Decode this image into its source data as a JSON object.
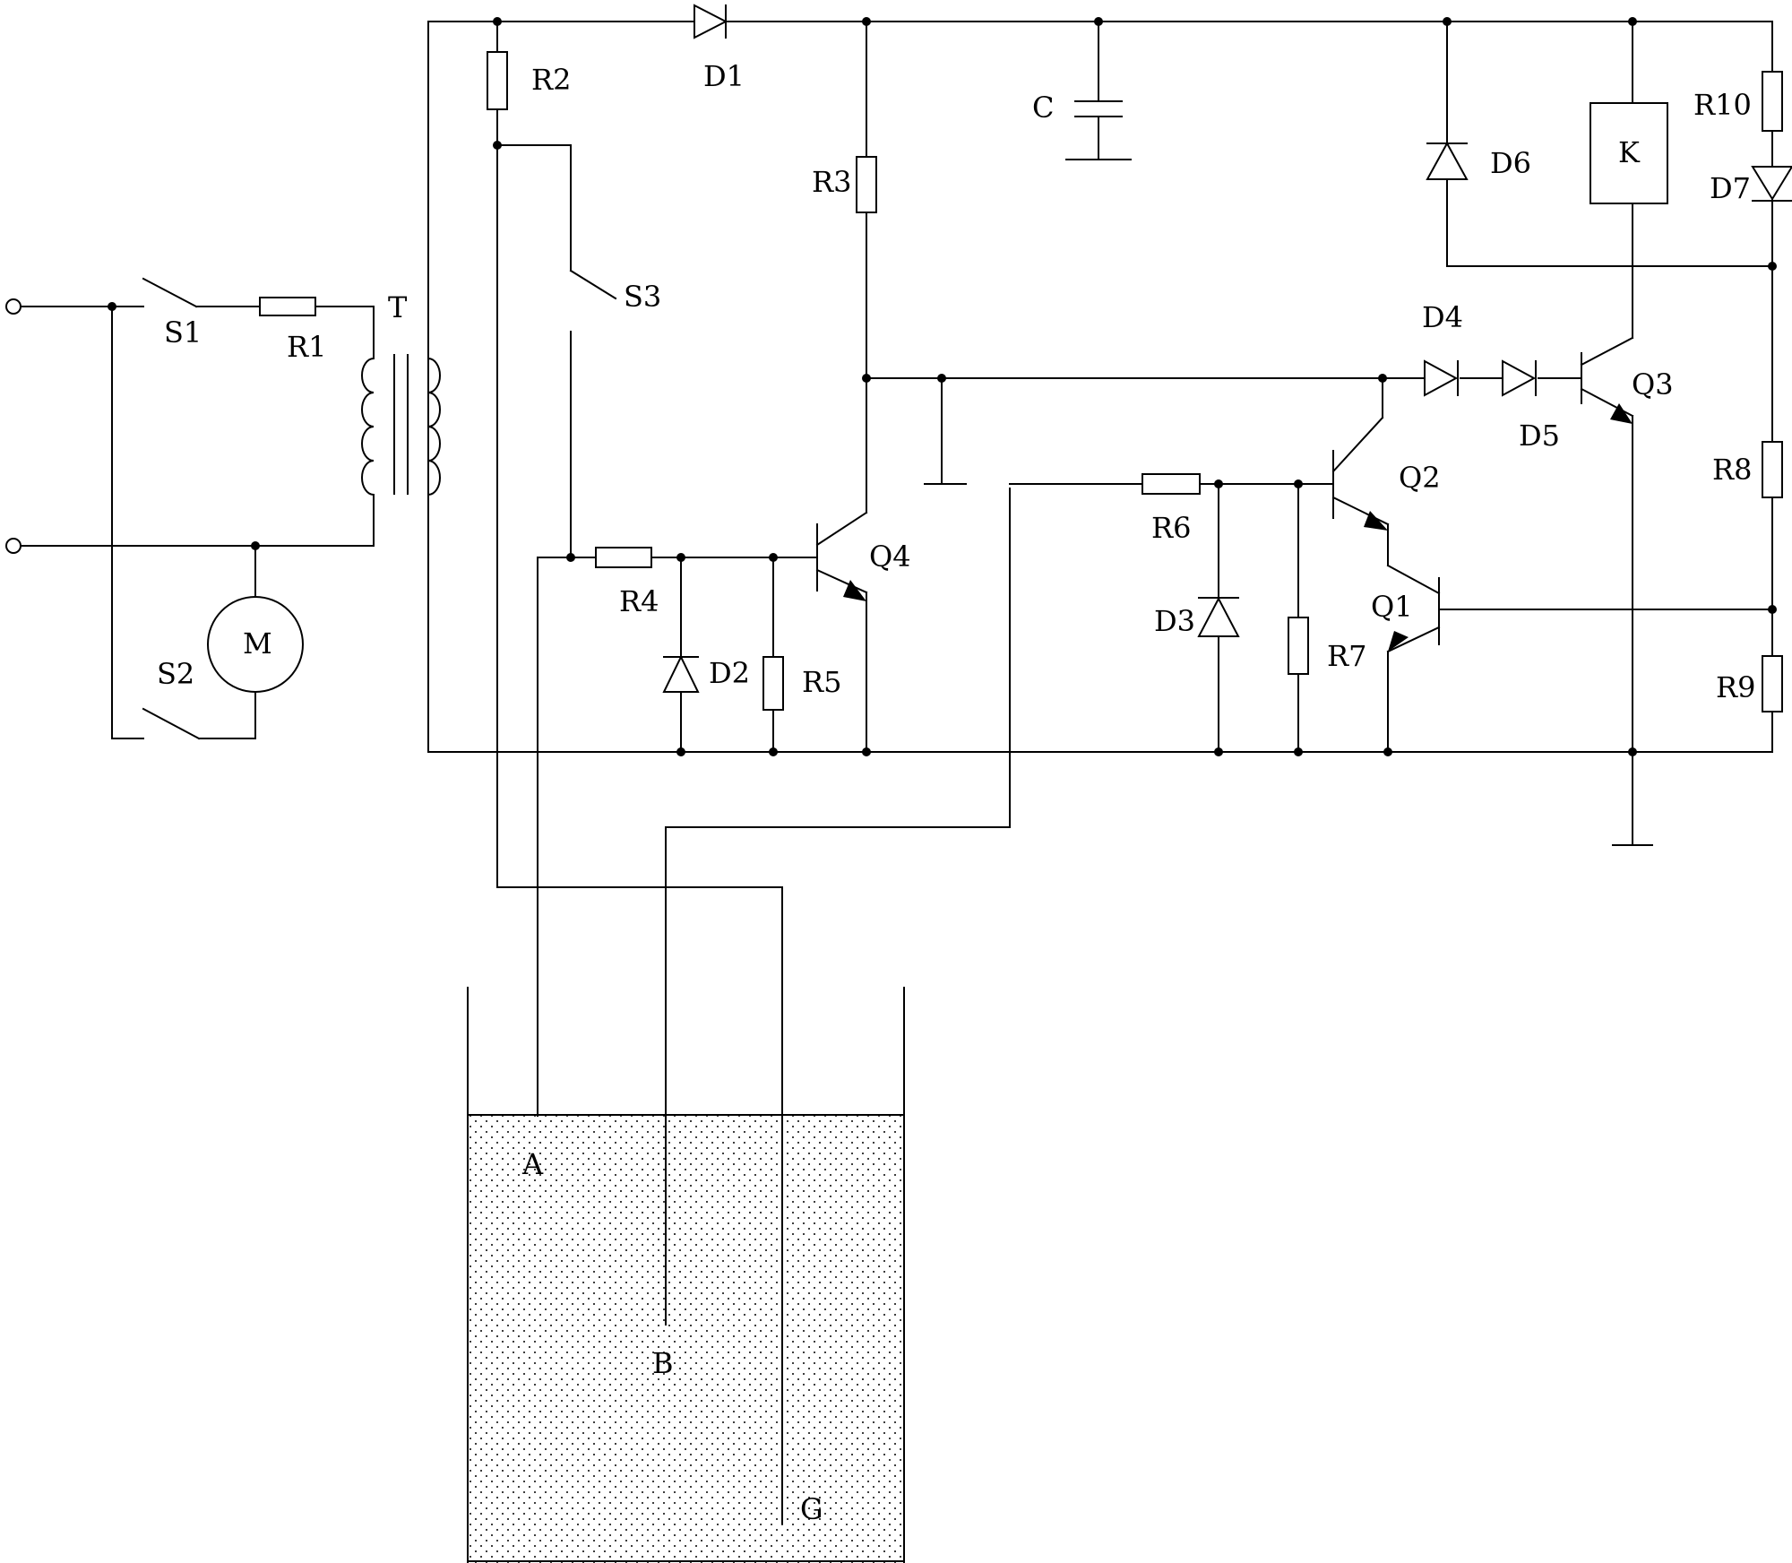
{
  "diagram": {
    "type": "circuit-schematic",
    "colors": {
      "line": "#000000",
      "background": "#ffffff",
      "liquid_dots": "#000000"
    },
    "labels": {
      "S1": "S1",
      "S2": "S2",
      "S3": "S3",
      "R1": "R1",
      "R2": "R2",
      "R3": "R3",
      "R4": "R4",
      "R5": "R5",
      "R6": "R6",
      "R7": "R7",
      "R8": "R8",
      "R9": "R9",
      "R10": "R10",
      "T": "T",
      "M": "M",
      "C": "C",
      "K": "K",
      "D1": "D1",
      "D2": "D2",
      "D3": "D3",
      "D4": "D4",
      "D5": "D5",
      "D6": "D6",
      "D7": "D7",
      "Q1": "Q1",
      "Q2": "Q2",
      "Q3": "Q3",
      "Q4": "Q4",
      "A": "A",
      "B": "B",
      "G": "G"
    }
  }
}
